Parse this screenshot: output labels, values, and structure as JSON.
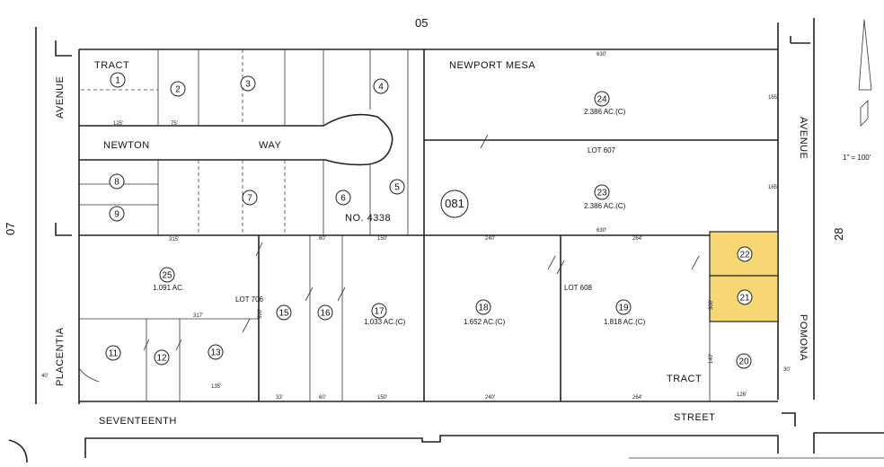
{
  "map_refs": {
    "top": "05",
    "left": "07",
    "right": "28",
    "center": "081"
  },
  "scale": "1\" = 100'",
  "streets": {
    "avenue_left": "AVENUE",
    "placentia": "PLACENTIA",
    "newton": "NEWTON",
    "way": "WAY",
    "seventeenth": "SEVENTEENTH",
    "street": "STREET",
    "avenue_right": "AVENUE",
    "pomona": "POMONA"
  },
  "labels": {
    "tract_top": "TRACT",
    "newport_mesa": "NEWPORT   MESA",
    "tract_no": "NO. 4338",
    "tract_bottom": "TRACT",
    "lot_607": "LOT  607",
    "lot_706": "LOT  706",
    "lot_608": "LOT  608"
  },
  "parcels": [
    {
      "n": "1"
    },
    {
      "n": "2"
    },
    {
      "n": "3"
    },
    {
      "n": "4"
    },
    {
      "n": "5"
    },
    {
      "n": "6"
    },
    {
      "n": "7"
    },
    {
      "n": "8"
    },
    {
      "n": "9"
    },
    {
      "n": "11"
    },
    {
      "n": "12"
    },
    {
      "n": "13"
    },
    {
      "n": "15"
    },
    {
      "n": "16"
    },
    {
      "n": "17"
    },
    {
      "n": "18"
    },
    {
      "n": "19"
    },
    {
      "n": "20"
    },
    {
      "n": "21"
    },
    {
      "n": "22"
    },
    {
      "n": "23"
    },
    {
      "n": "24"
    },
    {
      "n": "25"
    }
  ],
  "areas": {
    "p24": "2.386 AC.(C)",
    "p23": "2.386 AC.(C)",
    "p25": "1.091 AC.",
    "p17": "1.033 AC.(C)",
    "p18": "1.652 AC.(C)",
    "p19": "1.818 AC.(C)"
  },
  "dims": {
    "d630a": "630'",
    "d630b": "630'",
    "d165a": "165'",
    "d165b": "165'",
    "d240a": "240'",
    "d240b": "240'",
    "d264a": "264'",
    "d264b": "264'",
    "d150a": "150'",
    "d150b": "150'",
    "d60a": "60'",
    "d60b": "60'",
    "d300a": "300'",
    "d300b": "300'",
    "d315": "315'",
    "d317": "317'",
    "d126": "126'",
    "d140": "140'",
    "d135": "135'",
    "d125": "125'",
    "d75": "75'",
    "d33": "33'",
    "d30": "30'",
    "d40": "40'"
  },
  "highlight_color": "#f7d774"
}
